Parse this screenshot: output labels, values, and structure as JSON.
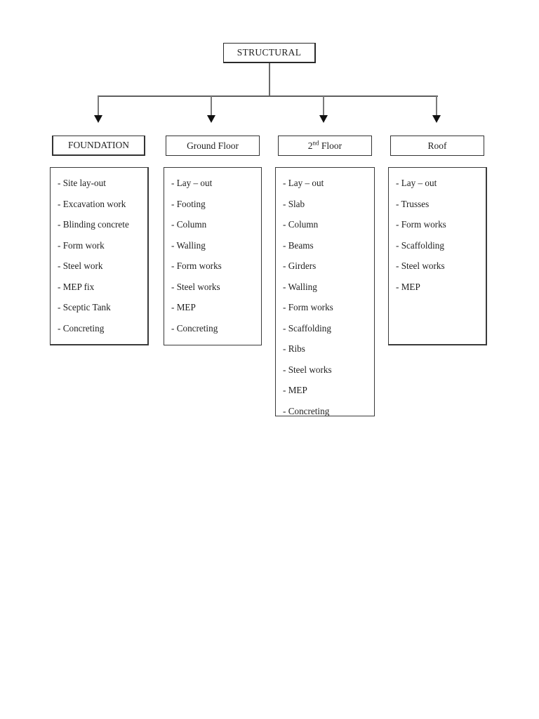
{
  "page": {
    "background": "#ffffff",
    "text_color": "#1f1f1f",
    "line_color": "#6e6e6e",
    "arrow_color": "#111111"
  },
  "root": {
    "label": "STRUCTURAL"
  },
  "branches": [
    {
      "id": "foundation",
      "header": "FOUNDATION",
      "header_emphasis": "bold-border",
      "items": [
        "- Site lay-out",
        "- Excavation work",
        "- Blinding concrete",
        "- Form work",
        "- Steel work",
        "- MEP fix",
        "- Sceptic Tank",
        "- Concreting"
      ]
    },
    {
      "id": "ground-floor",
      "header": "Ground Floor",
      "header_emphasis": "normal-border",
      "items": [
        "- Lay – out",
        "- Footing",
        "- Column",
        "- Walling",
        "- Form works",
        "- Steel works",
        "- MEP",
        "- Concreting"
      ]
    },
    {
      "id": "second-floor",
      "header_prefix": "2",
      "header_superscript": "nd",
      "header_suffix": " Floor",
      "header": "2nd Floor",
      "header_emphasis": "normal-border",
      "items": [
        "- Lay – out",
        "- Slab",
        "- Column",
        "- Beams",
        "- Girders",
        "- Walling",
        "- Form works",
        "- Scaffolding",
        "- Ribs",
        "- Steel works",
        "- MEP",
        "- Concreting"
      ]
    },
    {
      "id": "roof",
      "header": "Roof",
      "header_emphasis": "normal-border",
      "items": [
        "- Lay – out",
        "- Trusses",
        "- Form works",
        "- Scaffolding",
        "- Steel works",
        "- MEP"
      ]
    }
  ]
}
